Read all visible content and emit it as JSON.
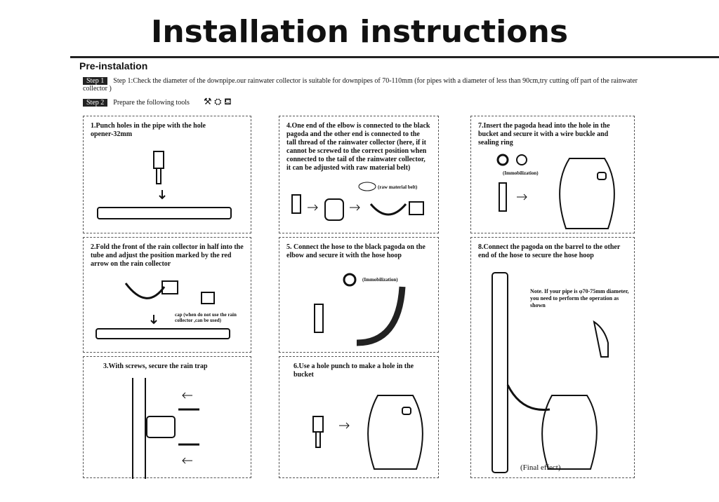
{
  "title": "Installation instructions",
  "pre_installation": {
    "heading": "Pre-instalation",
    "steps": [
      {
        "badge": "Step 1",
        "text": "Step 1:Check the diameter of the downpipe.our rainwater collector is suitable for downpipes of 70-110mm (for pipes with a diameter of less than 90cm,try cutting off part of the rainwater collector )"
      },
      {
        "badge": "Step 2",
        "text": "Prepare the following tools"
      }
    ]
  },
  "panels": [
    {
      "text": "1.Punch holes in the pipe with the hole opener-32mm"
    },
    {
      "text": "4.One end of the elbow is connected to the black pagoda and the other end is connected to the tall thread of the rainwater collector (here, if it cannot be screwed to the correct position when connected to the tail of the rainwater collector, it can be adjusted with raw material belt)",
      "label": "(raw material belt)"
    },
    {
      "text": "7.Insert the pagoda head into the hole in the bucket and secure it with a wire buckle and sealing ring",
      "label": "(Immobilization)"
    },
    {
      "text": "2.Fold the front of the rain collector in half into the tube and adjust the position marked by the red arrow on the rain collector",
      "label": "cap (when do not use the rain collector ,can be used)"
    },
    {
      "text": "5. Connect the hose to the black pagoda on the elbow and secure it with the hose hoop",
      "label": "(Immobilization)"
    },
    {
      "text": "8.Connect the pagoda on the barrel to the other end of the hose to secure the hose hoop",
      "note": "Note. If your pipe is φ70-75mm diameter, you need to perform the operation as shown",
      "label": "(Final effect)"
    },
    {
      "text": "3.With screws, secure the rain trap"
    },
    {
      "text": "6.Use a hole punch to make a hole in the bucket"
    }
  ]
}
